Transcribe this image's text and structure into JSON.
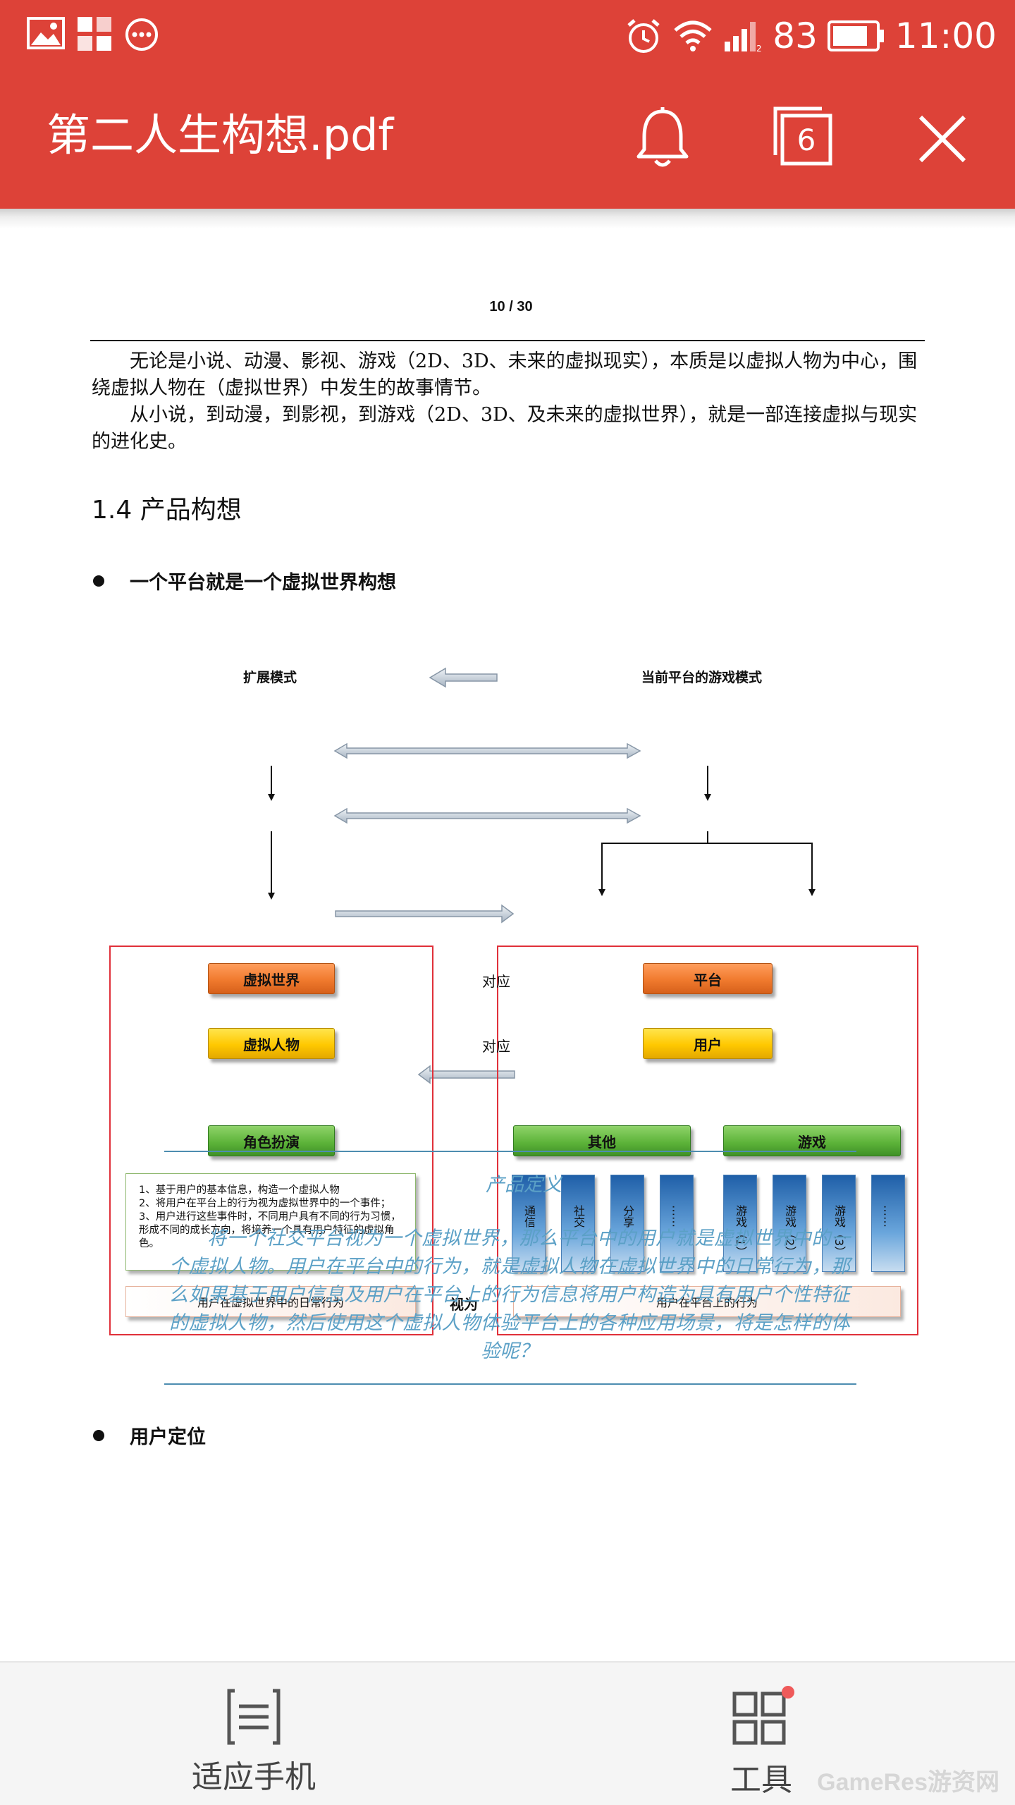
{
  "status_bar": {
    "battery_level": "83",
    "time": "11:00"
  },
  "toolbar": {
    "title": "第二人生构想.pdf",
    "tabs_count": "6"
  },
  "document": {
    "page_indicator": "10 / 30",
    "paragraph_1": "无论是小说、动漫、影视、游戏（2D、3D、未来的虚拟现实），本质是以虚拟人物为中心，围绕虚拟人物在（虚拟世界）中发生的故事情节。",
    "paragraph_2": "从小说，到动漫，到影视，到游戏（2D、3D、及未来的虚拟世界），就是一部连接虚拟与现实的进化史。",
    "section_heading": "1.4  产品构想",
    "bullet_1": "一个平台就是一个虚拟世界构想",
    "bullet_2": "用户定位",
    "diagram": {
      "left_title": "扩展模式",
      "right_title": "当前平台的游戏模式",
      "virtual_world": "虚拟世界",
      "virtual_person": "虚拟人物",
      "role_play": "角色扮演",
      "platform": "平台",
      "user": "用户",
      "other": "其他",
      "game": "游戏",
      "correspond_1": "对应",
      "correspond_2": "对应",
      "regard_as": "视为",
      "cols": [
        "通信",
        "社交",
        "分享",
        "……",
        "游戏（1）",
        "游戏（2）",
        "游戏（3）",
        "……"
      ],
      "note_line_1": "1、基于用户的基本信息，构造一个虚拟人物",
      "note_line_2": "2、将用户在平台上的行为视为虚拟世界中的一个事件；",
      "note_line_3": "3、用户进行这些事件时，不同用户具有不同的行为习惯，形成不同的成长方向，将培养一个具有用户特征的虚拟角色。",
      "left_behavior": "用户在虚拟世界中的日常行为",
      "right_behavior": "用户在平台上的行为"
    },
    "definition_title": "产品定义",
    "definition_text": "将一个社交平台视为一个虚拟世界，那么平台中的用户就是虚拟世界中的一个虚拟人物。用户在平台中的行为，就是虚拟人物在虚拟世界中的日常行为，那么如果基于用户信息及用户在平台上的行为信息将用户构造为具有用户个性特征的虚拟人物，然后使用这个虚拟人物体验平台上的各种应用场景，将是怎样的体验呢？"
  },
  "bottom_bar": {
    "fit_phone_label": "适应手机",
    "tools_label": "工具"
  },
  "watermark": "GameRes游资网",
  "colors": {
    "header": "#dd4238",
    "accent_blue_text": "#5ba0c6"
  }
}
